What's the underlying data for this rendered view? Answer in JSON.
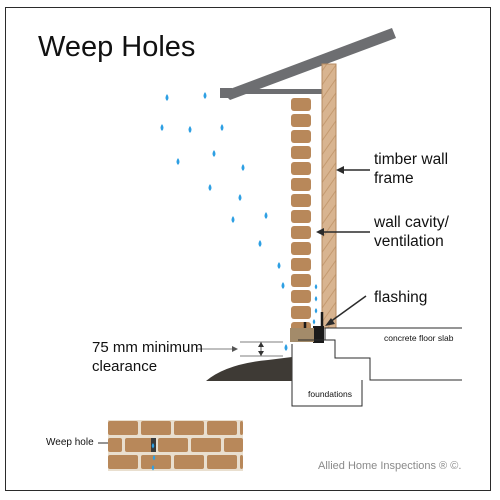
{
  "title": "Weep Holes",
  "labels": {
    "timber_line1": "timber wall",
    "timber_line2": "frame",
    "cavity_line1": "wall cavity/",
    "cavity_line2": "ventilation",
    "flashing": "flashing",
    "clearance_line1": "75 mm minimum",
    "clearance_line2": "clearance",
    "concrete_slab": "concrete floor slab",
    "foundations": "foundations",
    "weep_hole": "Weep hole"
  },
  "credit": "Allied Home Inspections ® ©.",
  "colors": {
    "brick": "#b8885a",
    "brick_mortar": "#e9dfcf",
    "timber": "#d8b490",
    "roof": "#6d6e71",
    "water": "#2d9fe3",
    "soil": "#3e3a35",
    "flashing": "#1a1a1a"
  }
}
